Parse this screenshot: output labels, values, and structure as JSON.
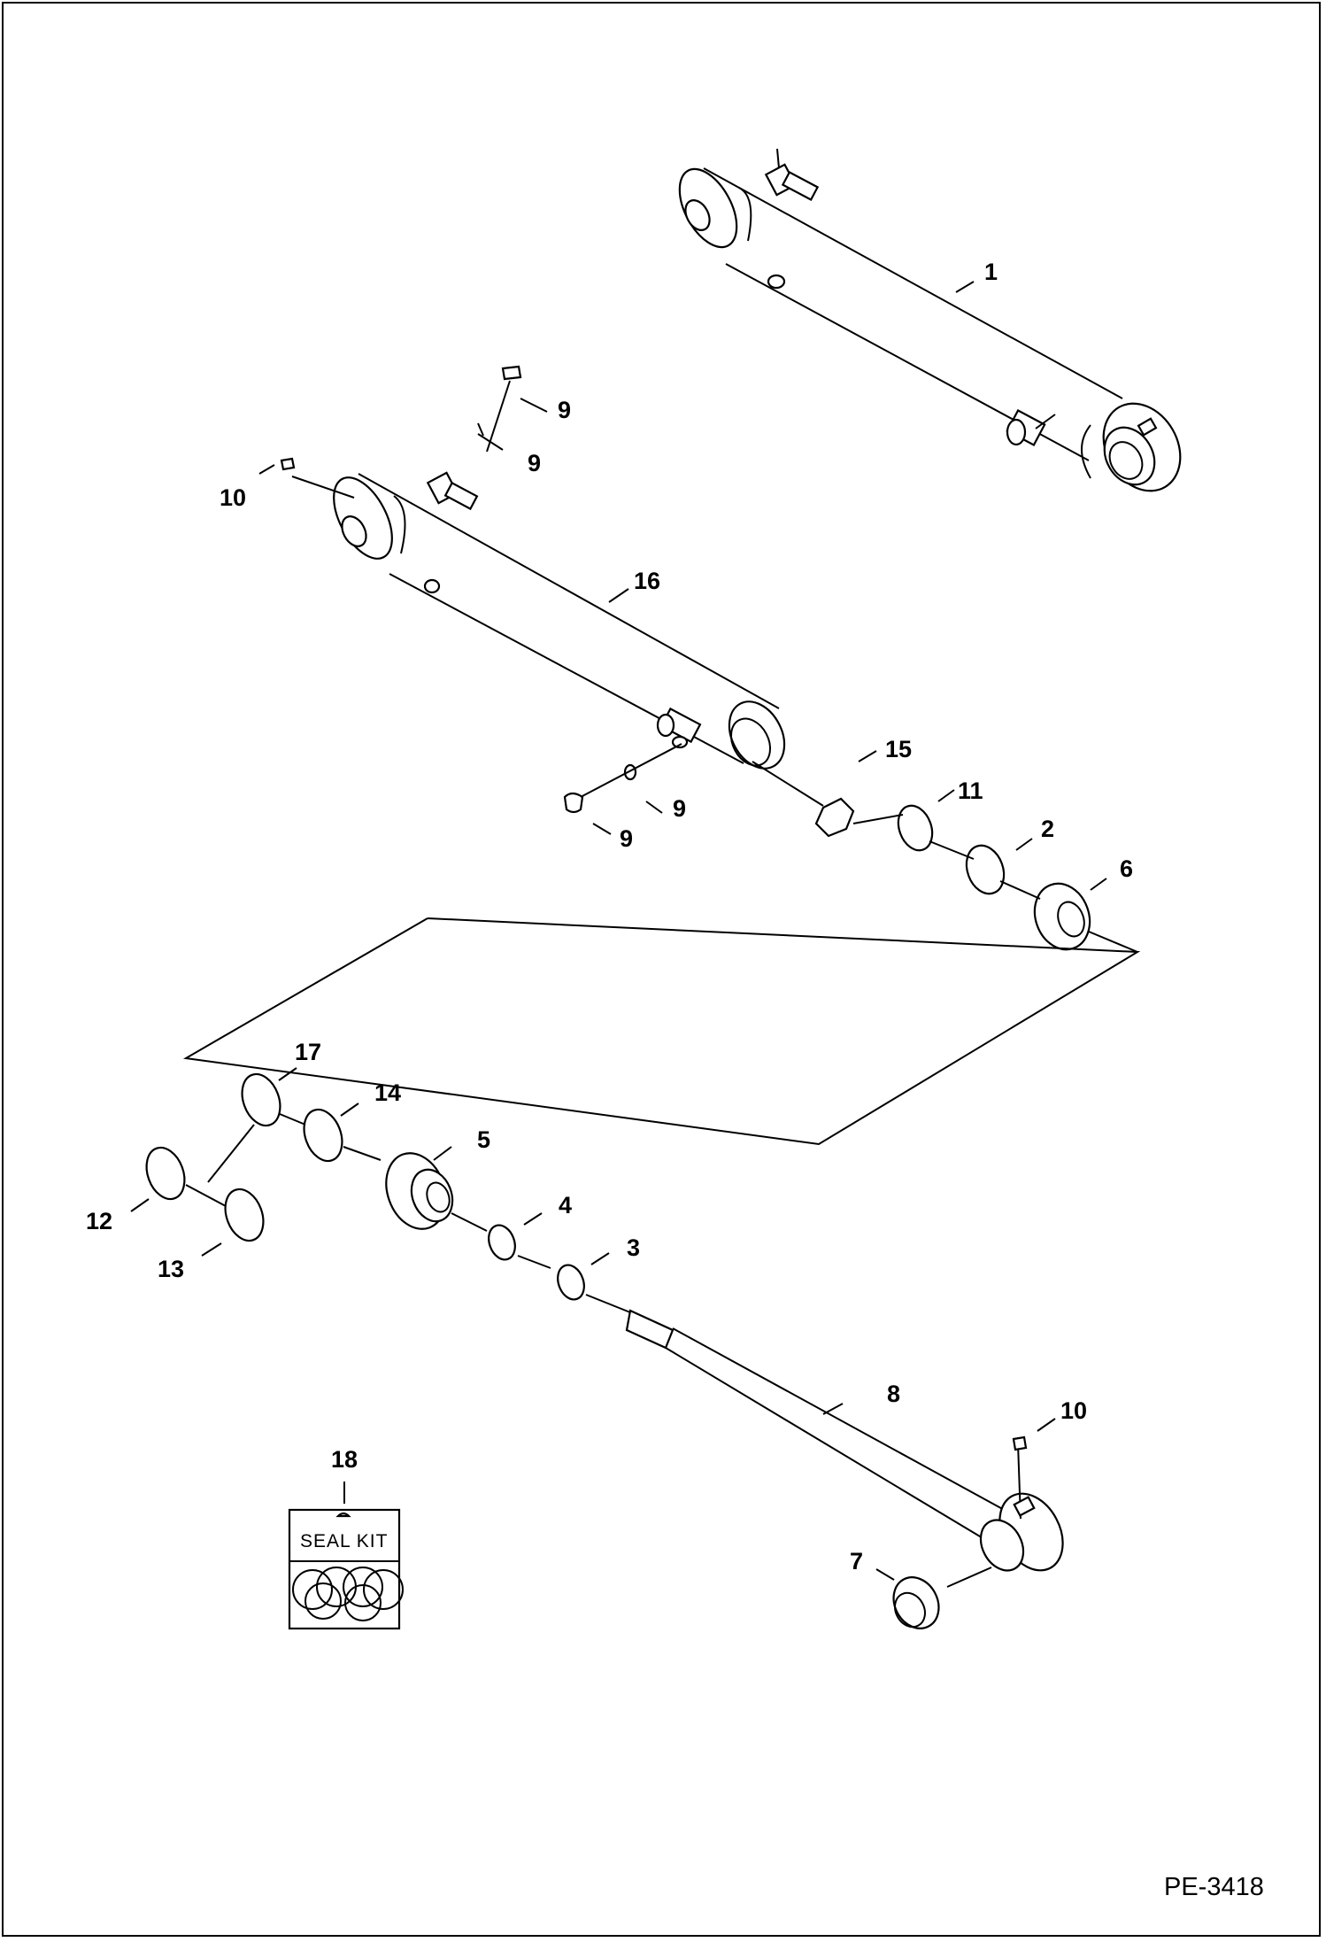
{
  "figure_id": "PE-3418",
  "seal_kit_label": "SEAL KIT",
  "callouts": {
    "c1": "1",
    "c9a": "9",
    "c9b": "9",
    "c10a": "10",
    "c16": "16",
    "c15": "15",
    "c11": "11",
    "c2": "2",
    "c6": "6",
    "c9c": "9",
    "c9d": "9",
    "c17": "17",
    "c14": "14",
    "c5": "5",
    "c12": "12",
    "c13": "13",
    "c4": "4",
    "c3": "3",
    "c8": "8",
    "c10b": "10",
    "c7": "7",
    "c18": "18"
  }
}
